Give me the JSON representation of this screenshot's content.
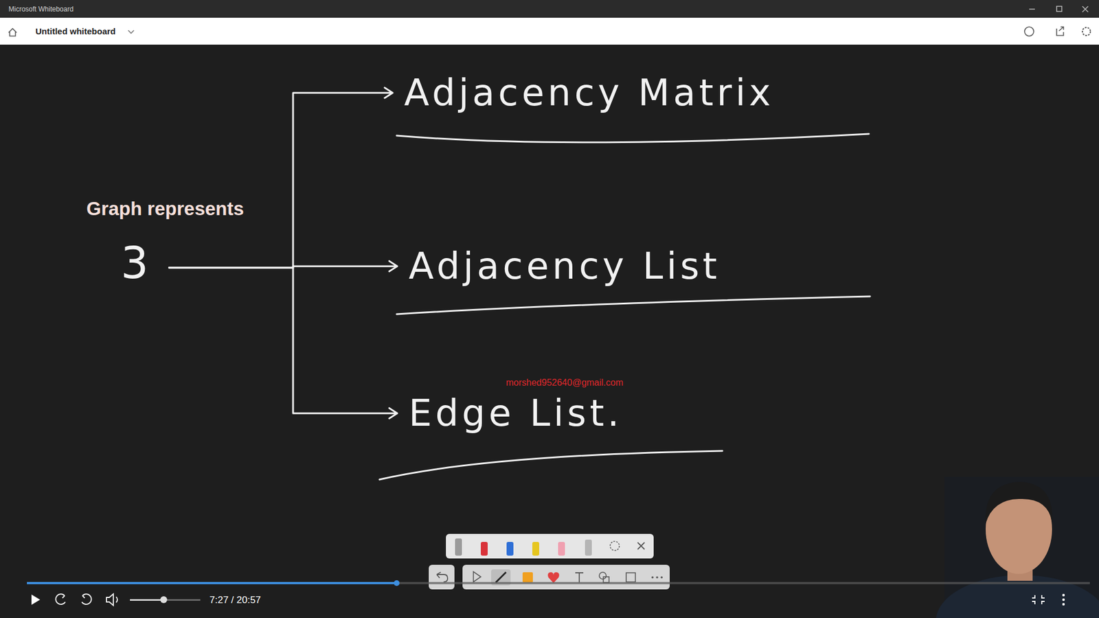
{
  "diagram": {
    "title": "Graph represents",
    "nodes": [
      {
        "text": [
          "3"
        ]
      },
      {
        "text": [
          "Adjacency Matrix"
        ]
      },
      {
        "text": [
          "Adjacency List"
        ]
      },
      {
        "text": [
          "Edge List."
        ]
      }
    ],
    "edges": [
      {
        "from": 0,
        "to": 1,
        "arrow": "to"
      },
      {
        "from": 0,
        "to": 2,
        "arrow": "to"
      },
      {
        "from": 0,
        "to": 3,
        "arrow": "to"
      }
    ],
    "labels": [
      "Microsoft Whiteboard",
      "Untitled whiteboard",
      "morshed952640@gmail.com",
      "7:27 / 20:57"
    ]
  }
}
